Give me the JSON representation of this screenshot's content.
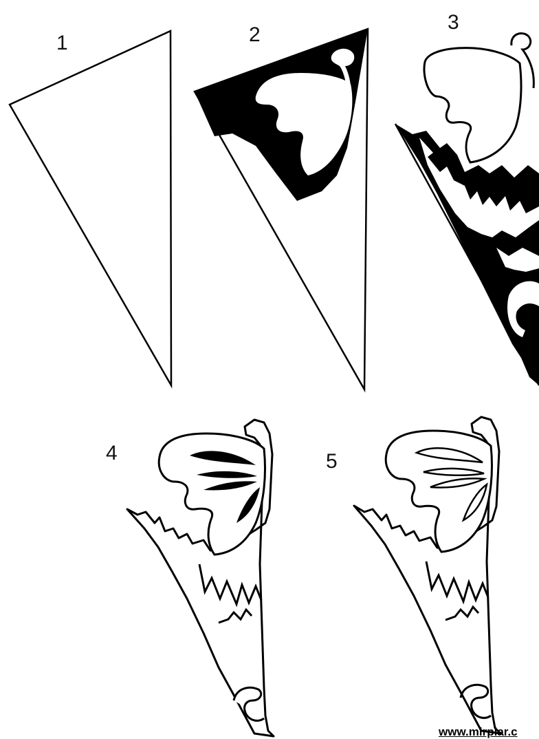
{
  "steps": [
    {
      "number": "1"
    },
    {
      "number": "2"
    },
    {
      "number": "3"
    },
    {
      "number": "4"
    },
    {
      "number": "5"
    }
  ],
  "watermark": {
    "text": "www.mirpiar.c"
  },
  "colors": {
    "ink": "#000000",
    "paper": "#ffffff"
  }
}
